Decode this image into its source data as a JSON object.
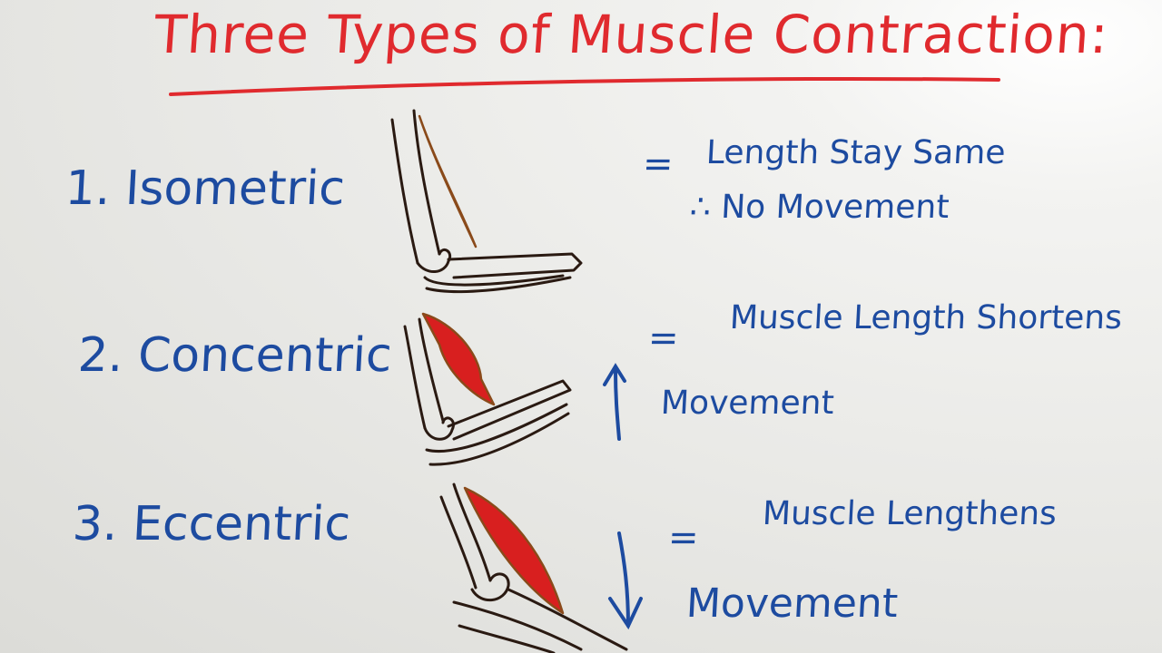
{
  "title": "Three Types of Muscle Contraction:",
  "rows": [
    {
      "label": "1. Isometric",
      "equals": "=",
      "lines": [
        "Length Stay Same",
        "∴ No Movement"
      ],
      "arrow": "none"
    },
    {
      "label": "2. Concentric",
      "equals": "=",
      "lines": [
        "Muscle Length Shortens",
        "Movement"
      ],
      "arrow": "up"
    },
    {
      "label": "3. Eccentric",
      "equals": "=",
      "lines": [
        "Muscle Lengthens",
        "Movement"
      ],
      "arrow": "down"
    }
  ],
  "colors": {
    "title": "#e02a2e",
    "text": "#1d4ba0",
    "bone": "#2a1a12",
    "muscle": "#d81f1f",
    "tendon": "#8a4a1a"
  }
}
